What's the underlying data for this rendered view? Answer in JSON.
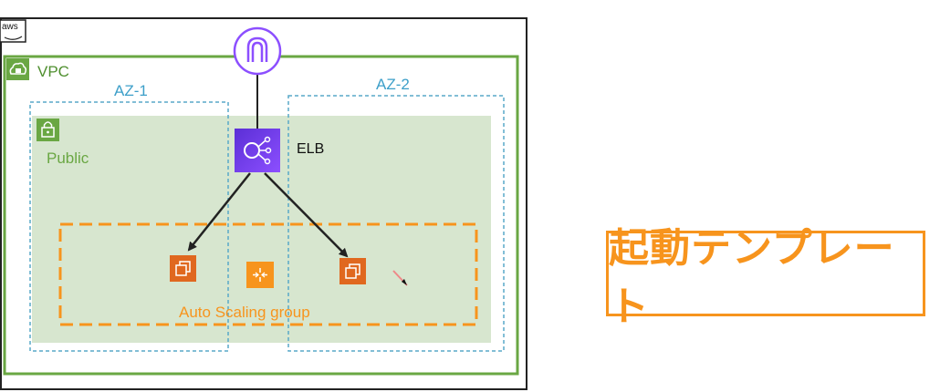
{
  "diagram": {
    "aws_logo": "aws",
    "vpc_label": "VPC",
    "az1_label": "AZ-1",
    "az2_label": "AZ-2",
    "public_subnet_label": "Public",
    "elb_label": "ELB",
    "asg_label": "Auto Scaling group"
  },
  "side_panel": {
    "launch_template_label": "起動テンプレート"
  },
  "colors": {
    "vpc_green": "#6aa743",
    "subnet_fill": "#d7e6cf",
    "az_blue": "#58a8c8",
    "asg_orange": "#f7941d",
    "ec2_orange": "#e0681f",
    "elb_purple": "#7b3fe4",
    "igw_purple": "#8c4fff"
  },
  "icons": [
    "aws-logo-icon",
    "vpc-cloud-lock-icon",
    "subnet-lock-icon",
    "internet-gateway-icon",
    "elb-icon",
    "ec2-instance-icon",
    "auto-scaling-icon",
    "cursor-icon"
  ]
}
